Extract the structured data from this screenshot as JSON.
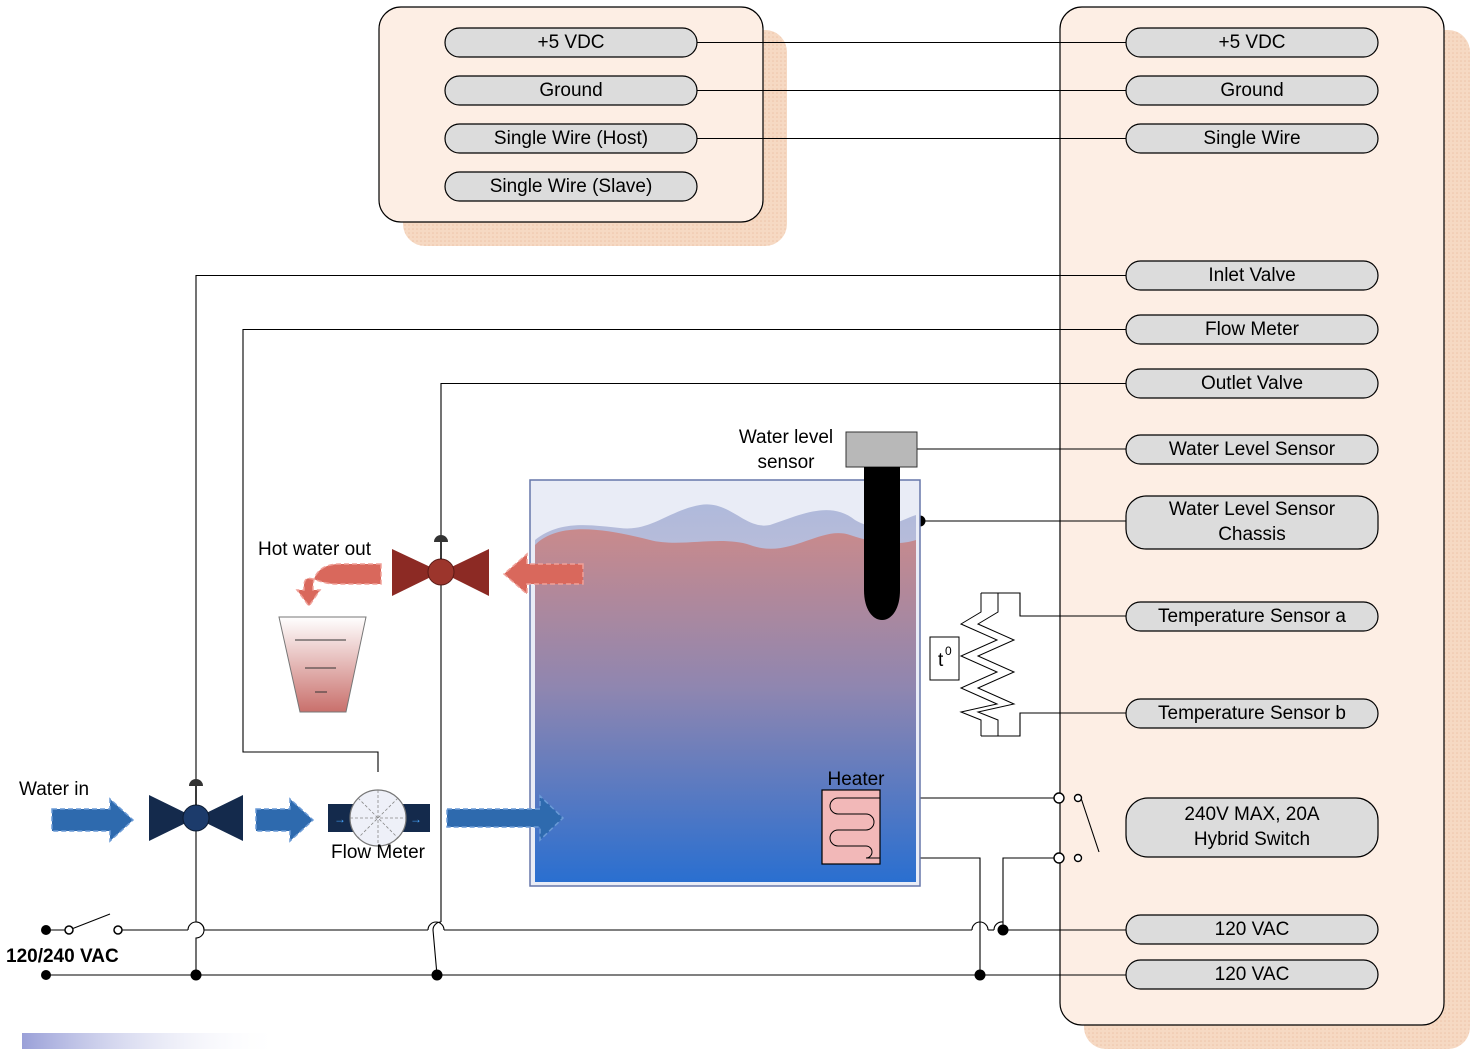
{
  "host_connector": {
    "pins": [
      "+5 VDC",
      "Ground",
      "Single Wire (Host)",
      "Single Wire (Slave)"
    ]
  },
  "controller_panel": {
    "pins": [
      "+5 VDC",
      "Ground",
      "Single Wire",
      "Inlet Valve",
      "Flow Meter",
      "Outlet Valve",
      "Water Level Sensor",
      [
        "Water Level Sensor",
        "Chassis"
      ],
      "Temperature Sensor a",
      "Temperature Sensor b",
      [
        "240V MAX, 20A",
        "Hybrid Switch"
      ],
      "120 VAC",
      "120 VAC"
    ]
  },
  "labels": {
    "water_level_sensor": [
      "Water level",
      "sensor"
    ],
    "hot_water_out": "Hot water out",
    "water_in": "Water in",
    "flow_meter": "Flow Meter",
    "heater": "Heater",
    "temp_symbol": "t",
    "temp_superscript": "0",
    "supply": "120/240 VAC"
  },
  "colors": {
    "panel_fill": "#fdeee4",
    "panel_shadow": "#f6d9c3",
    "pin_fill": "#dcdcdc",
    "inlet_arrow": "#2e6aae",
    "outlet_arrow": "#d9685c",
    "valve_inlet": "#142a4c",
    "valve_outlet": "#8c2a24",
    "water_top": "#c88a8a",
    "water_bottom": "#2a6fd0",
    "heater_fill": "#f2b8b8"
  }
}
